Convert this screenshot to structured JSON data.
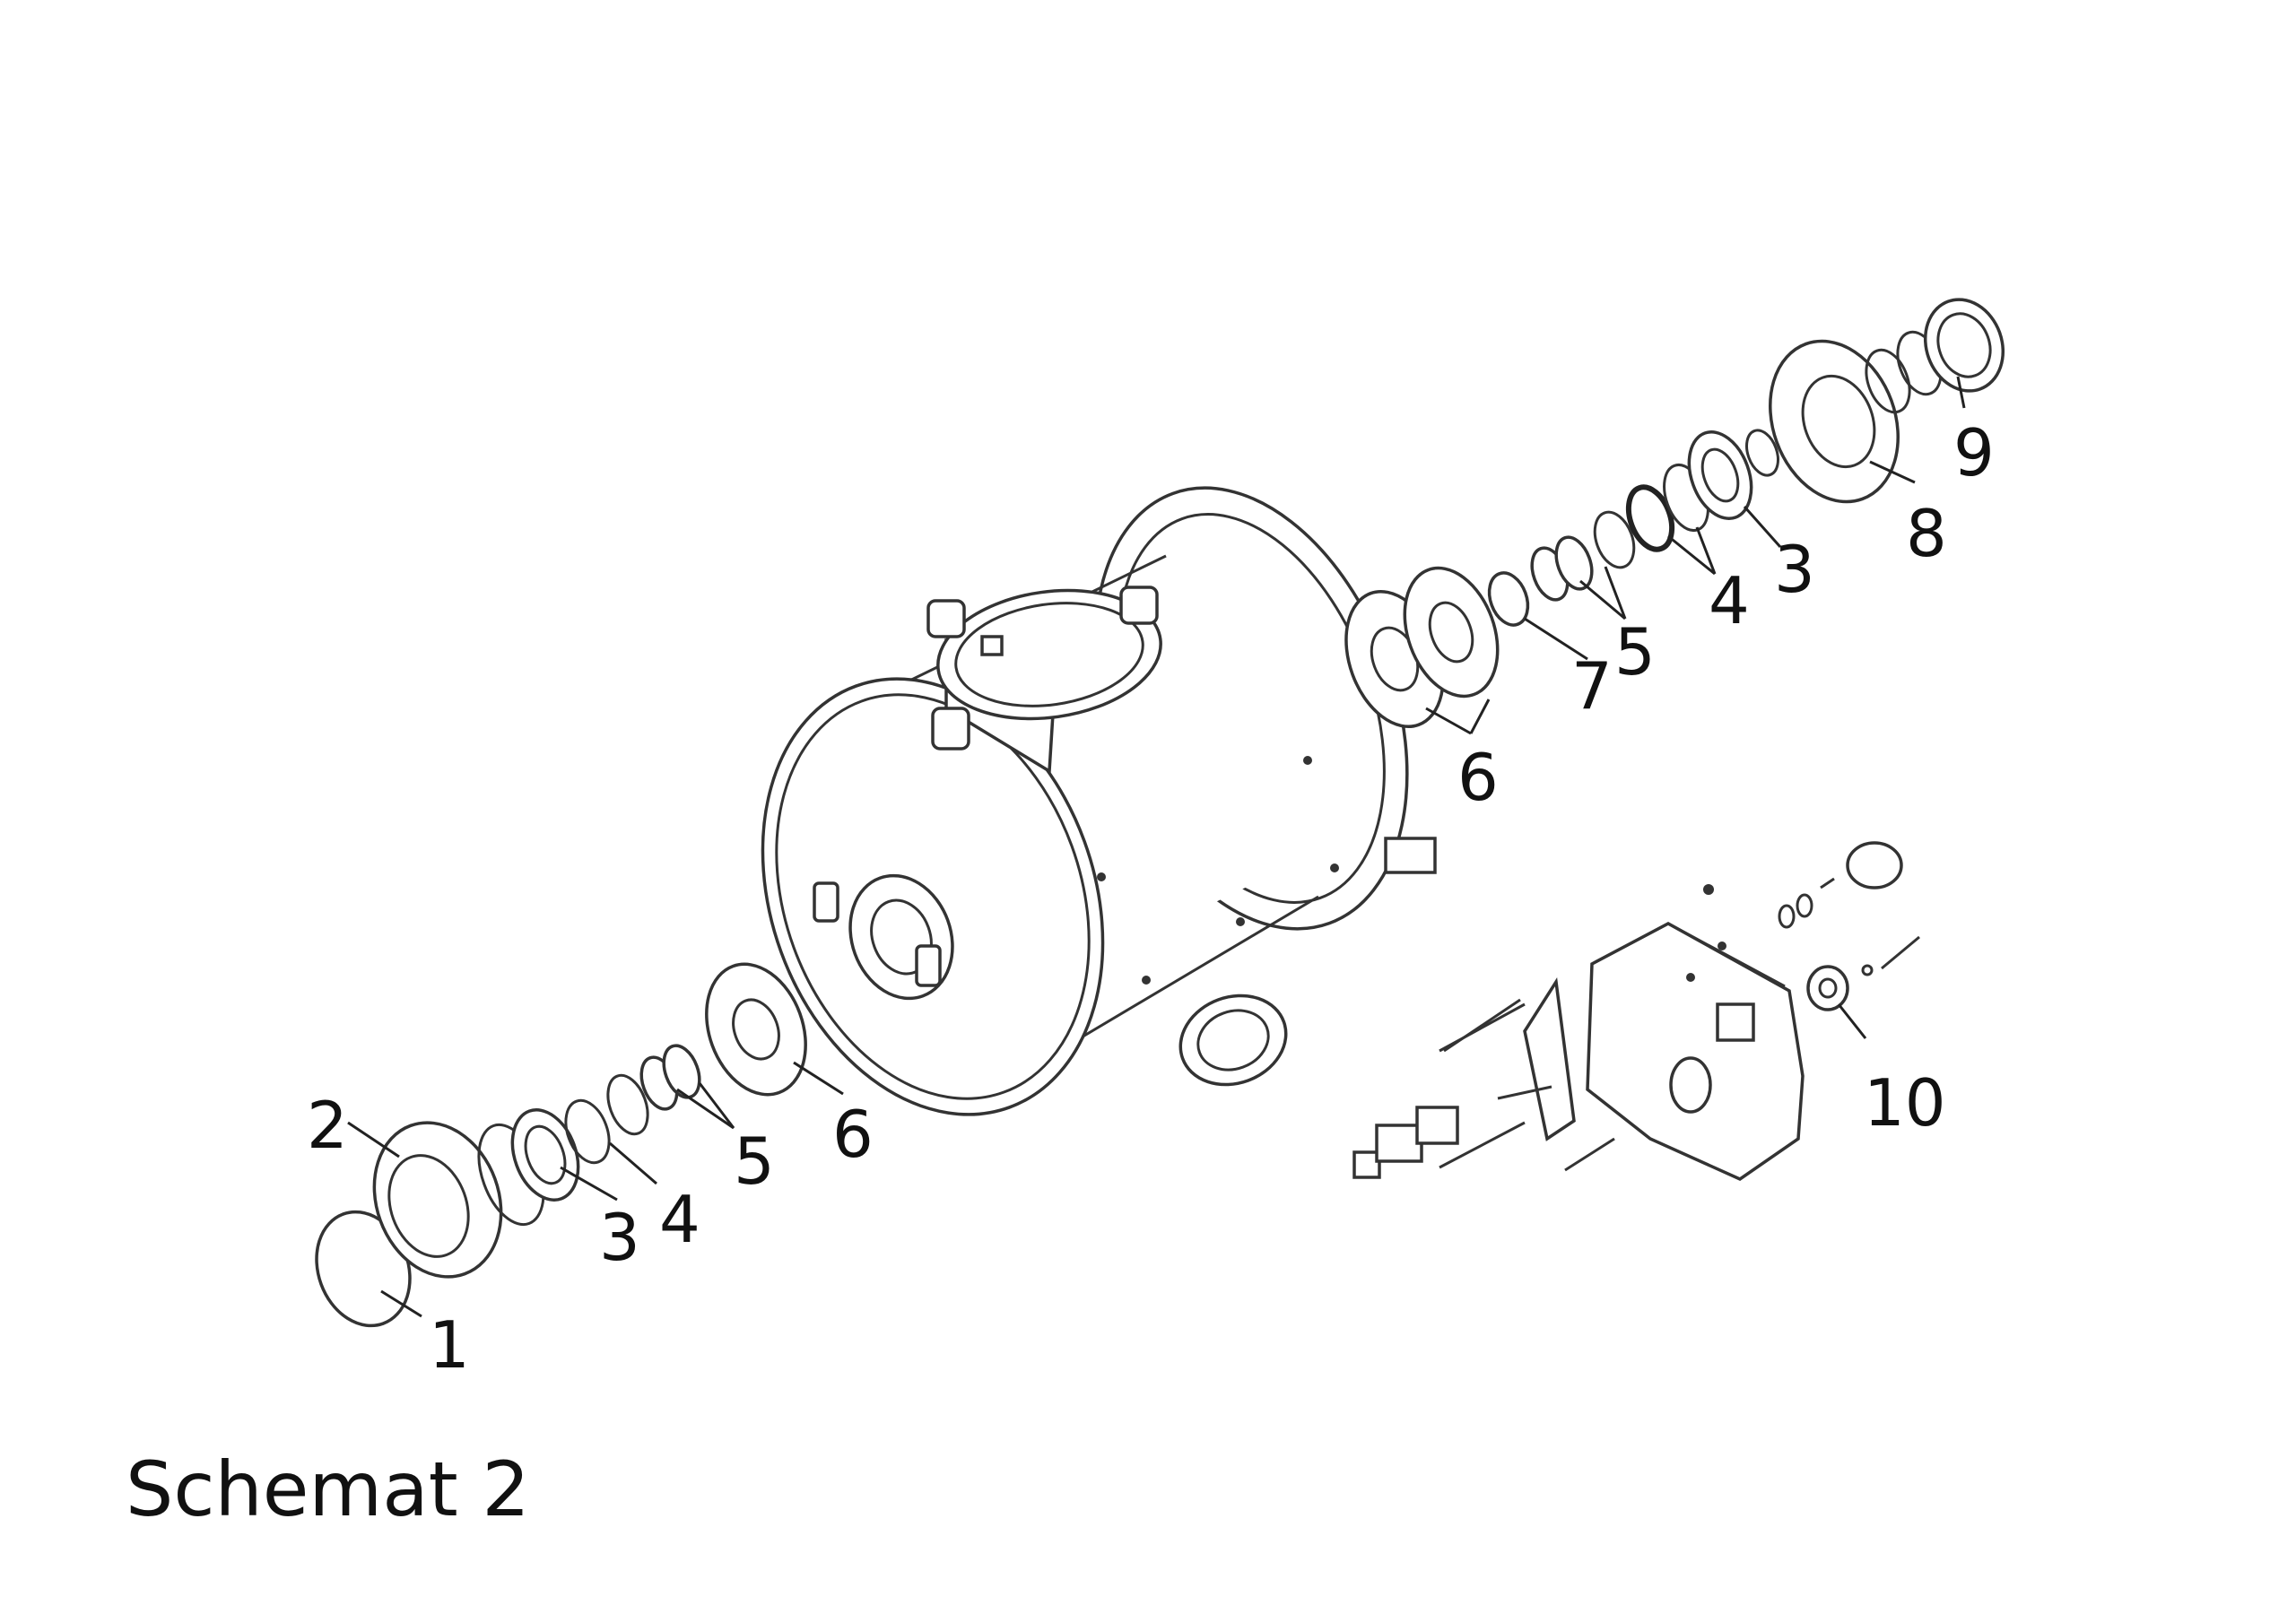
{
  "title": "Schemat 2",
  "callouts": [
    {
      "id": "c1",
      "text": "1"
    },
    {
      "id": "c2",
      "text": "2"
    },
    {
      "id": "c3a",
      "text": "3"
    },
    {
      "id": "c4a",
      "text": "4"
    },
    {
      "id": "c5a",
      "text": "5"
    },
    {
      "id": "c6a",
      "text": "6"
    },
    {
      "id": "c6b",
      "text": "6"
    },
    {
      "id": "c7",
      "text": "7"
    },
    {
      "id": "c5b",
      "text": "5"
    },
    {
      "id": "c4b",
      "text": "4"
    },
    {
      "id": "c3b",
      "text": "3"
    },
    {
      "id": "c8",
      "text": "8"
    },
    {
      "id": "c9",
      "text": "9"
    },
    {
      "id": "c10",
      "text": "10"
    }
  ]
}
